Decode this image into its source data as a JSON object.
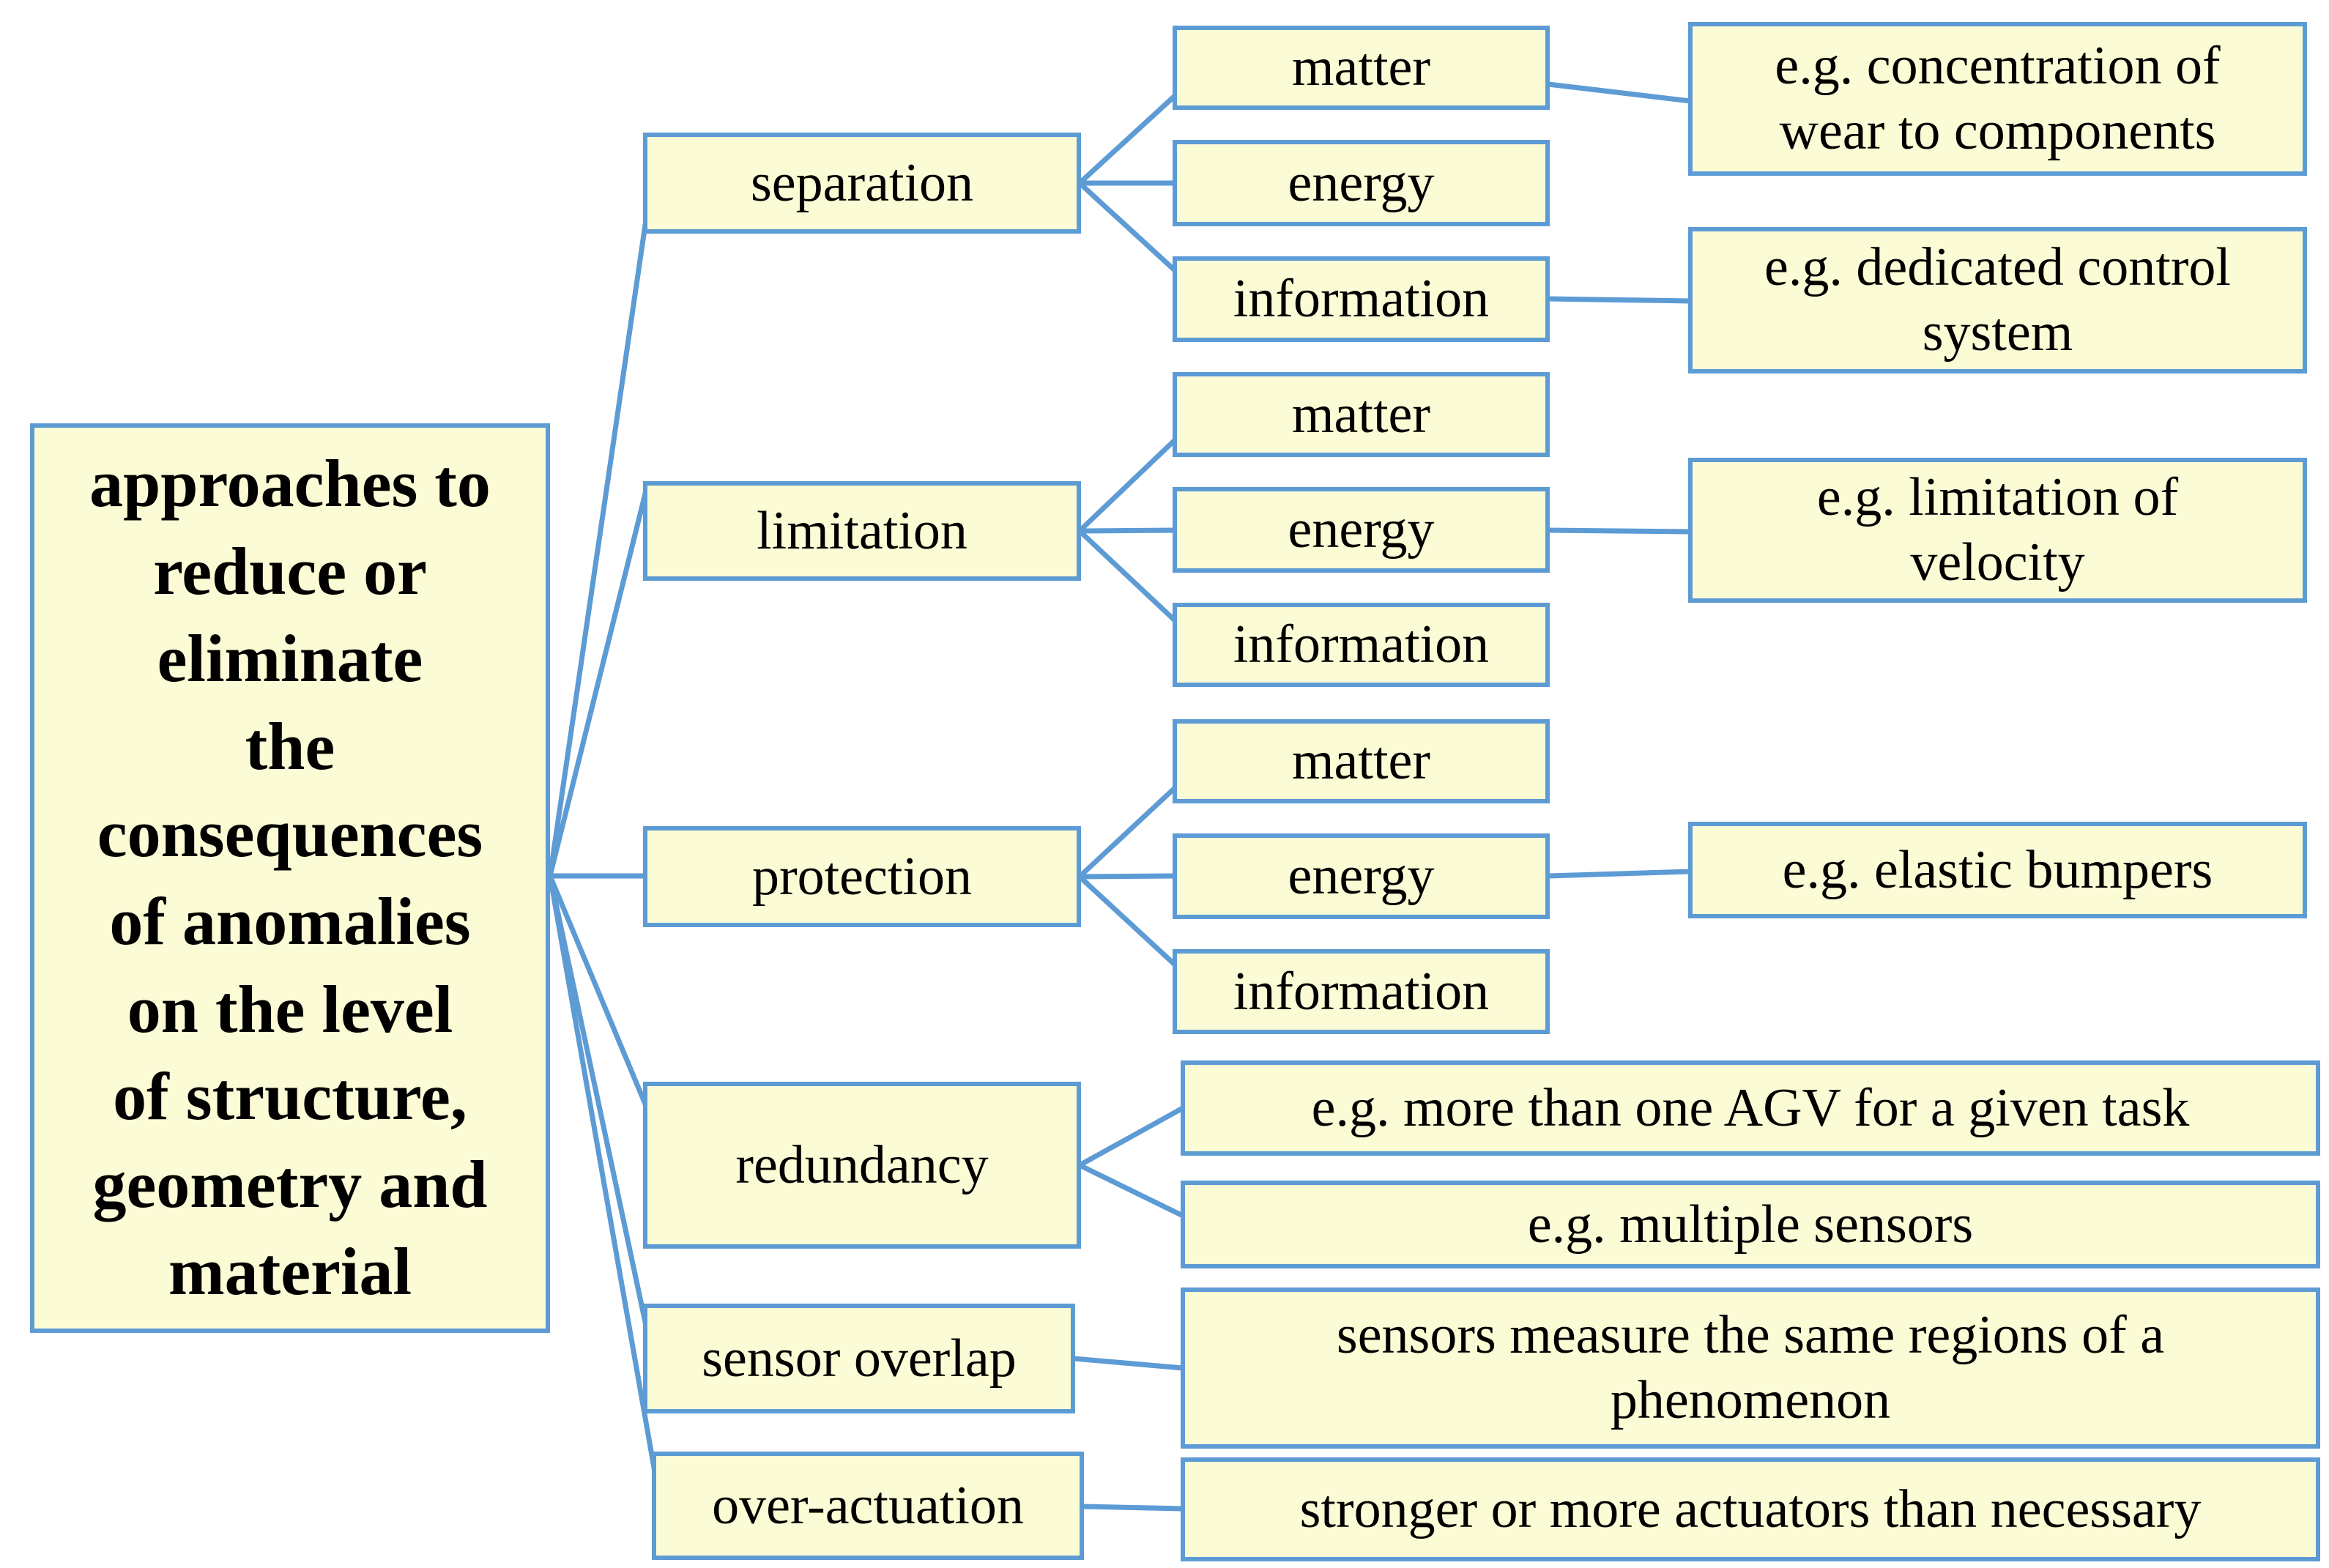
{
  "colors": {
    "box_fill": "#FBFBD5",
    "box_border": "#5D9BD5",
    "connector": "#5D9BD5",
    "text": "#000000"
  },
  "nodes": {
    "root": {
      "label": "approaches to\nreduce or\neliminate\nthe\nconsequences\nof anomalies\non the level\nof structure,\ngeometry and\nmaterial"
    },
    "separation": {
      "label": "separation"
    },
    "limitation": {
      "label": "limitation"
    },
    "protection": {
      "label": "protection"
    },
    "redundancy": {
      "label": "redundancy"
    },
    "sensor_overlap": {
      "label": "sensor overlap"
    },
    "over_actuation": {
      "label": "over-actuation"
    },
    "sep_matter": {
      "label": "matter"
    },
    "sep_energy": {
      "label": "energy"
    },
    "sep_information": {
      "label": "information"
    },
    "lim_matter": {
      "label": "matter"
    },
    "lim_energy": {
      "label": "energy"
    },
    "lim_information": {
      "label": "information"
    },
    "prot_matter": {
      "label": "matter"
    },
    "prot_energy": {
      "label": "energy"
    },
    "prot_information": {
      "label": "information"
    },
    "ex_wear": {
      "label": "e.g. concentration of\nwear to components"
    },
    "ex_control": {
      "label": "e.g. dedicated control\nsystem"
    },
    "ex_velocity": {
      "label": "e.g. limitation of\nvelocity"
    },
    "ex_bumpers": {
      "label": "e.g. elastic bumpers"
    },
    "ex_agv": {
      "label": "e.g. more than one AGV for a given task"
    },
    "ex_sensors": {
      "label": "e.g. multiple sensors"
    },
    "ex_overlap_desc": {
      "label": "sensors measure the same regions of a\nphenomenon"
    },
    "ex_actuators": {
      "label": "stronger or more actuators than necessary"
    }
  }
}
